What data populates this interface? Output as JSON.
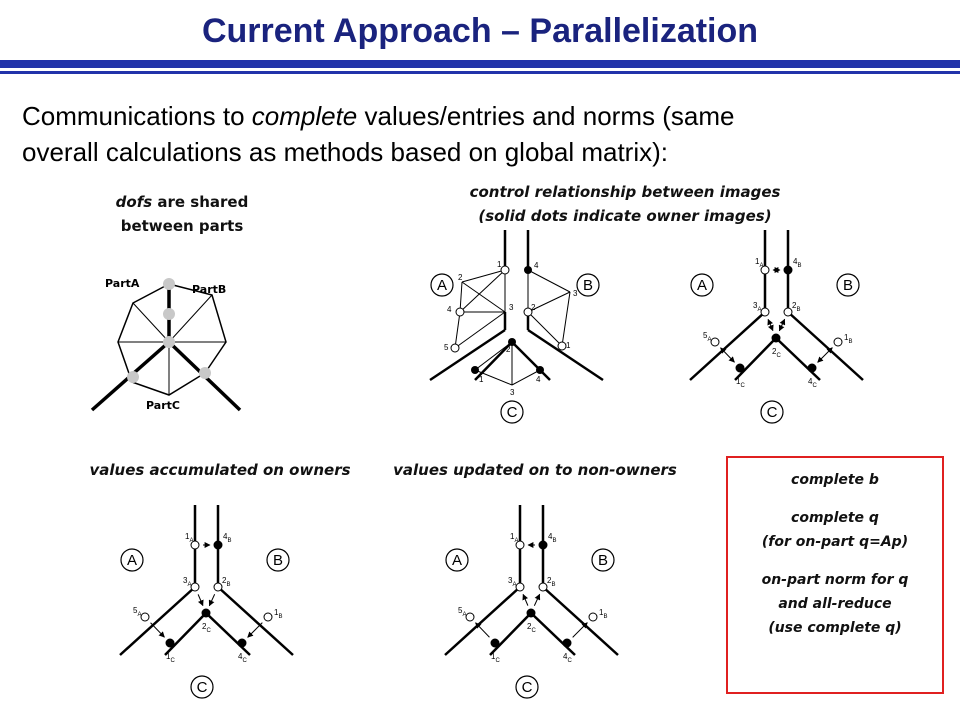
{
  "title": "Current Approach – Parallelization",
  "intro": {
    "line1a": "Communications to ",
    "line1b": "complete",
    "line1c": " values/entries and norms (same",
    "line2": "overall calculations as methods based on global matrix):"
  },
  "partition": {
    "caption_l1a": "dofs",
    "caption_l1b": " are shared",
    "caption_l2": "between parts",
    "labels": {
      "a": "PartA",
      "b": "PartB",
      "c": "PartC"
    }
  },
  "control": {
    "caption_l1": "control relationship between images",
    "caption_l2": "(solid dots indicate owner images)"
  },
  "accumulated": {
    "caption": "values accumulated on owners"
  },
  "updated": {
    "caption": "values updated on to non-owners"
  },
  "circles": {
    "a": "A",
    "b": "B",
    "c": "C"
  },
  "nodes": {
    "n1A": "1",
    "n4B": "4",
    "n3A": "3",
    "n2B": "2",
    "n5A": "5",
    "n1B": "1",
    "n2C": "2",
    "n1C": "1",
    "n4C": "4",
    "sA": "A",
    "sB": "B",
    "sC": "C"
  },
  "mesh_nodes": {
    "a1": "1",
    "a2": "2",
    "a3": "3",
    "a4": "4",
    "a5": "5",
    "b4": "4",
    "b2": "2",
    "b3": "3",
    "b1": "1",
    "c2": "2",
    "c1": "1",
    "c3": "3",
    "c4": "4"
  },
  "box": {
    "l1": "complete b",
    "l2": "complete q",
    "l3": "(for on-part q=Ap)",
    "l4": "on-part norm for q",
    "l5": "and all-reduce",
    "l6": "(use complete q)"
  }
}
